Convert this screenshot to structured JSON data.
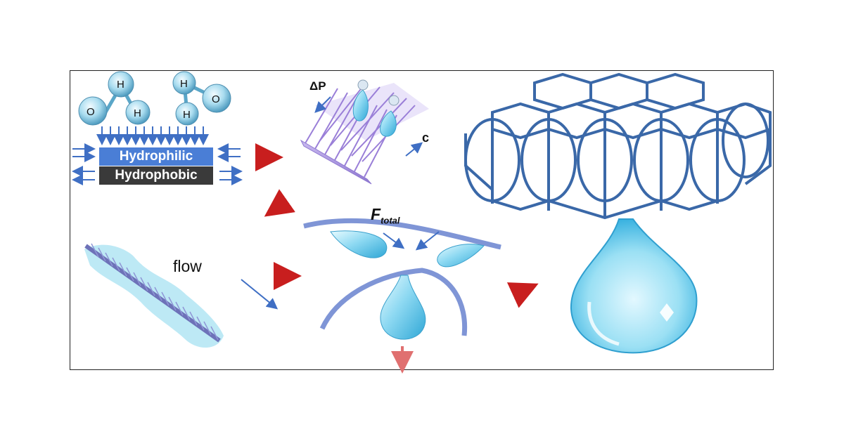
{
  "labels": {
    "hydrophilic": "Hydrophilic",
    "hydrophobic": "Hydrophobic",
    "flow": "flow",
    "delta_p": "ΔP",
    "c": "c",
    "f_total_main": "F",
    "f_total_sub": "total"
  },
  "molecule_atoms": {
    "left": {
      "h1": "H",
      "o": "O",
      "h2": "H"
    },
    "right": {
      "h1": "H",
      "o": "O",
      "h2": "H"
    }
  },
  "colors": {
    "hydrophilic_bg": "#4a7ed6",
    "hydrophobic_bg": "#3a3a3a",
    "arrow_blue": "#3f6fc4",
    "arrow_red": "#c81e1e",
    "fiber_blue": "#7f95d6",
    "drop_cyan": "#8fd8f2",
    "framework_blue": "#3a68a8",
    "comb_purple": "#9a7fd8"
  },
  "icons": [
    "water-molecule-icon",
    "droplet-icon",
    "spindle-fiber-icon",
    "comb-array-icon",
    "hexagonal-framework-icon"
  ]
}
